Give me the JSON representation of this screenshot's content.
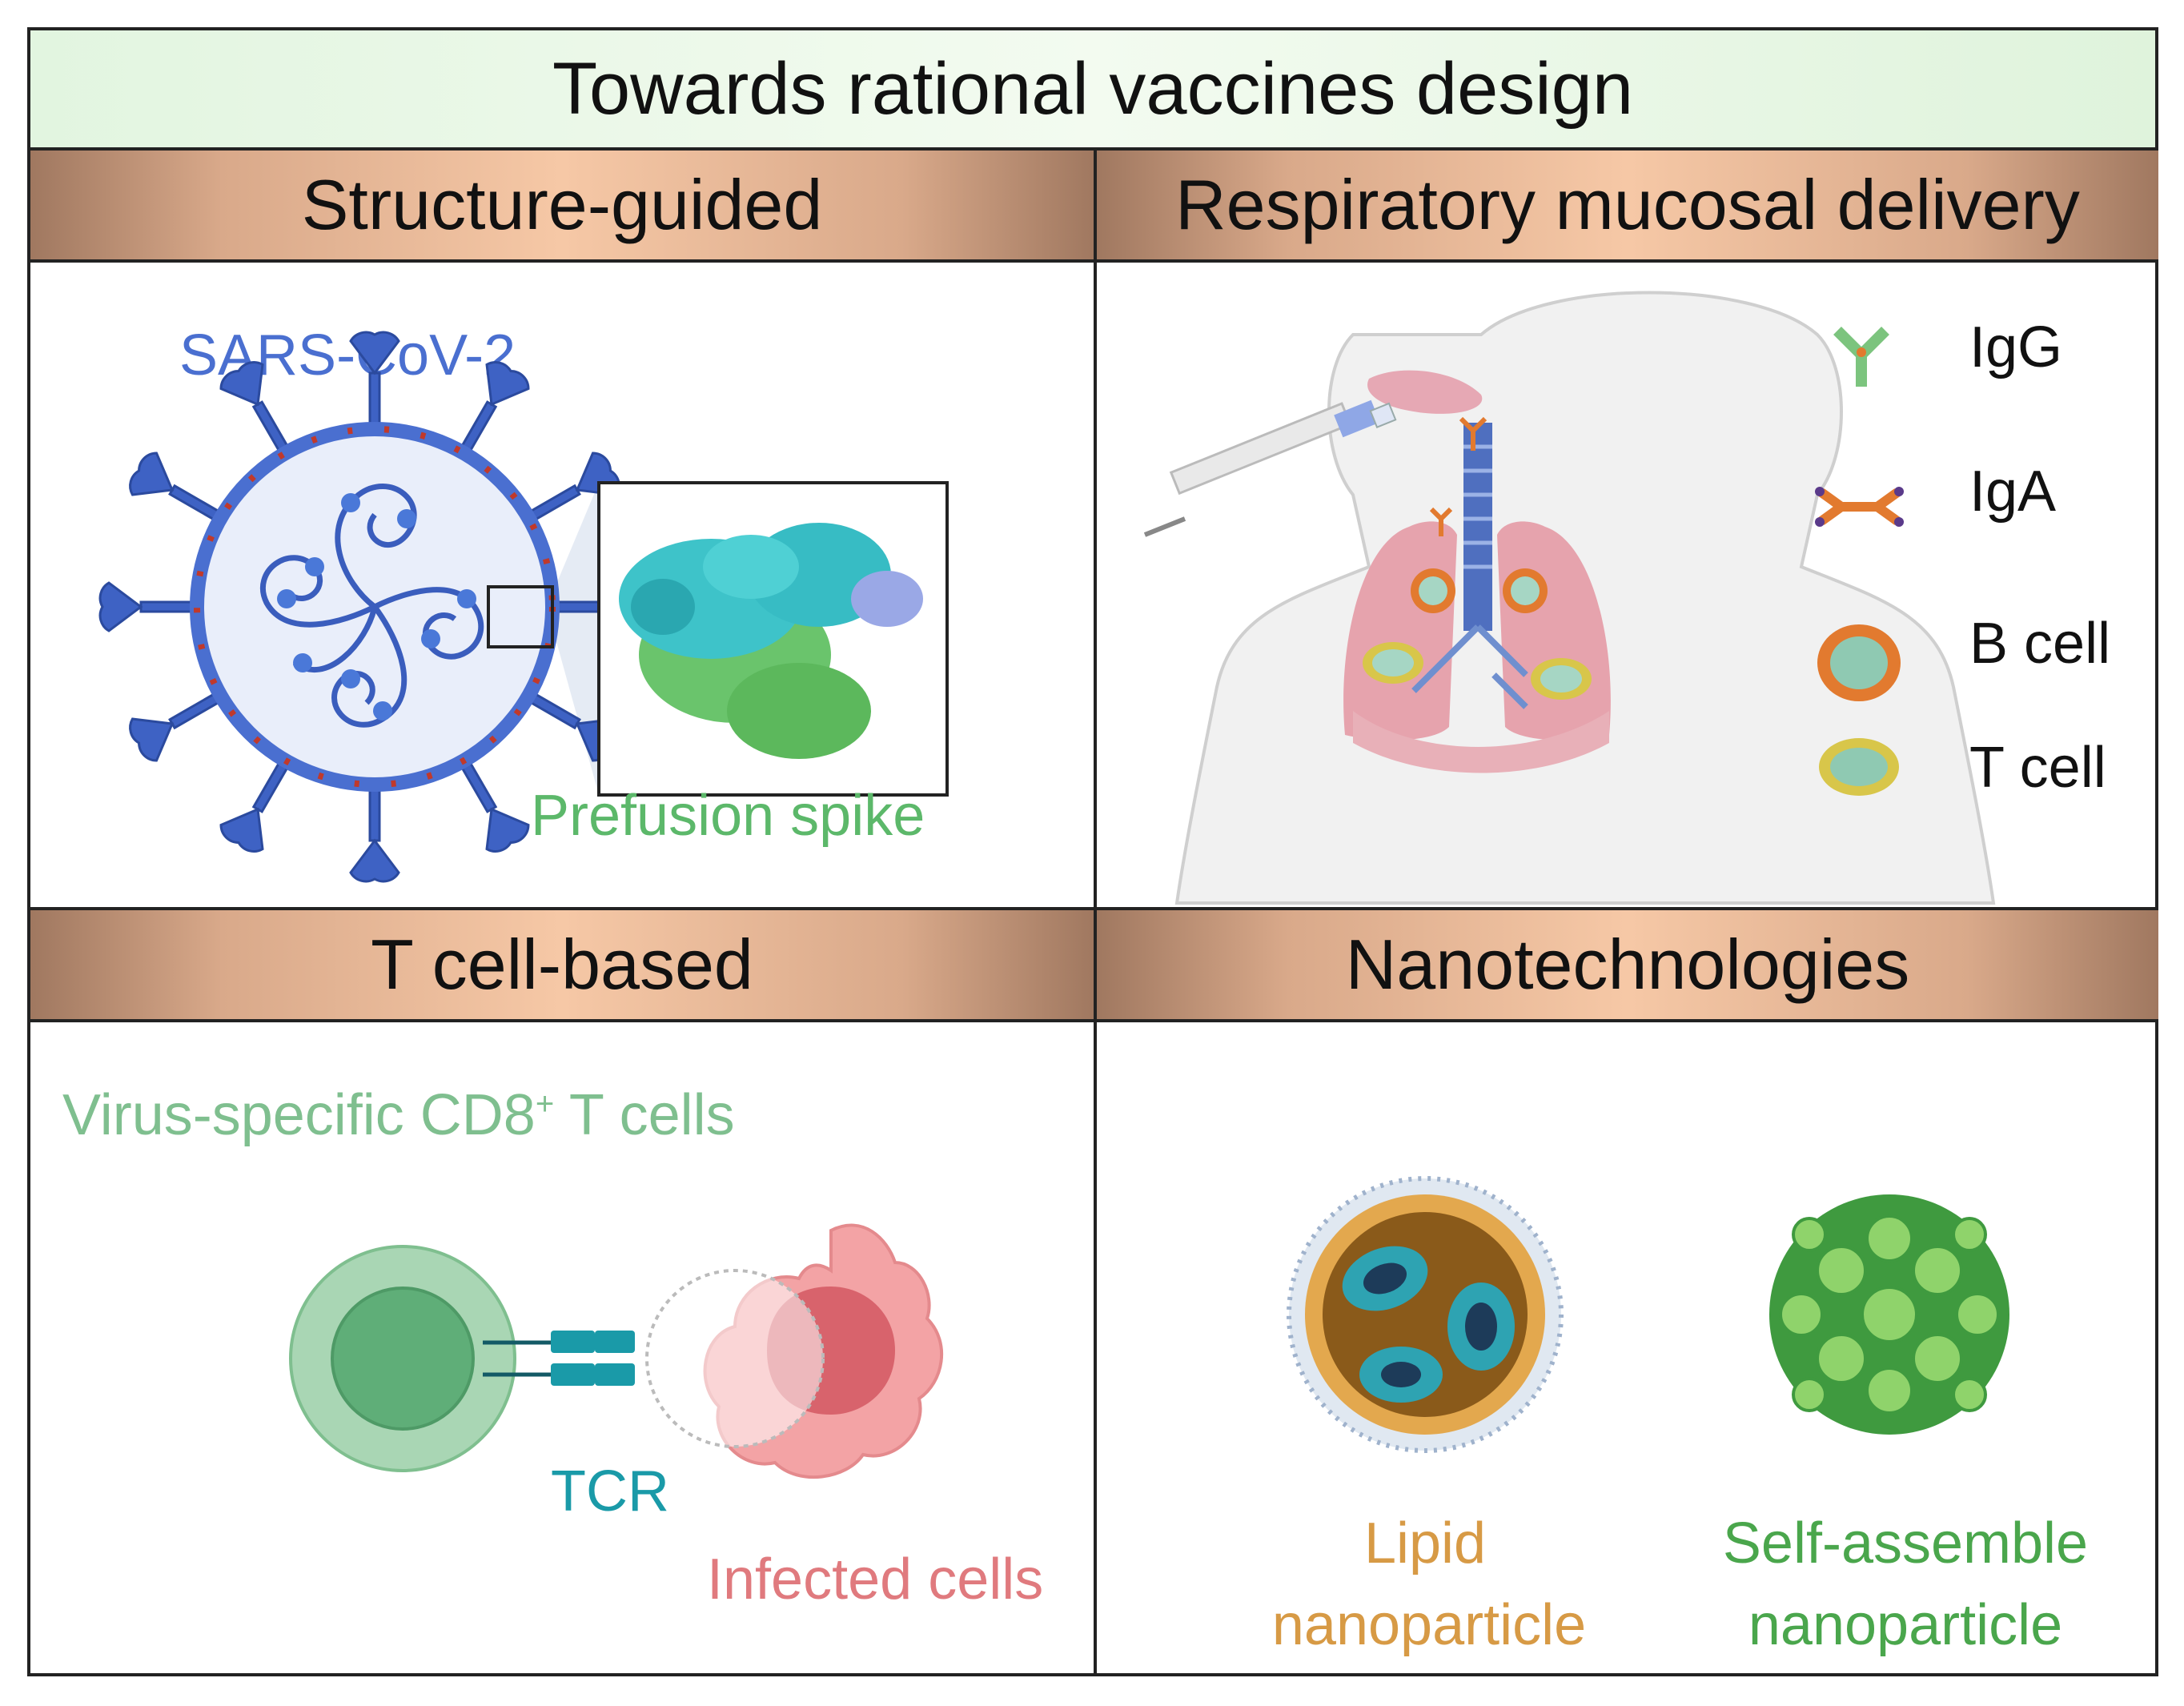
{
  "title": "Towards rational vaccines design",
  "panels": {
    "structure": {
      "header": "Structure-guided",
      "virus_label": "SARS-CoV-2",
      "spike_label": "Prefusion spike"
    },
    "mucosal": {
      "header": "Respiratory mucosal delivery",
      "legend": [
        "IgG",
        "IgA",
        "B cell",
        "T cell"
      ]
    },
    "tcell": {
      "header": "T cell-based",
      "cd8_label_prefix": "Virus-specific CD8",
      "cd8_label_sup": "+",
      "cd8_label_suffix": " T cells",
      "tcr_label": "TCR",
      "infected_label": "Infected cells"
    },
    "nano": {
      "header": "Nanotechnologies",
      "lipid_line1": "Lipid",
      "lipid_line2": "nanoparticle",
      "self_line1": "Self-assemble",
      "self_line2": "nanoparticle"
    }
  },
  "colors": {
    "sars_blue": "#4a6fd0",
    "spike_green": "#5cb86a",
    "cd8_green": "#7fbf8f",
    "tcr_teal": "#1a9aa8",
    "infected_red": "#e07a7e",
    "lipid_orange": "#d79a45",
    "self_green": "#4aa64c"
  }
}
